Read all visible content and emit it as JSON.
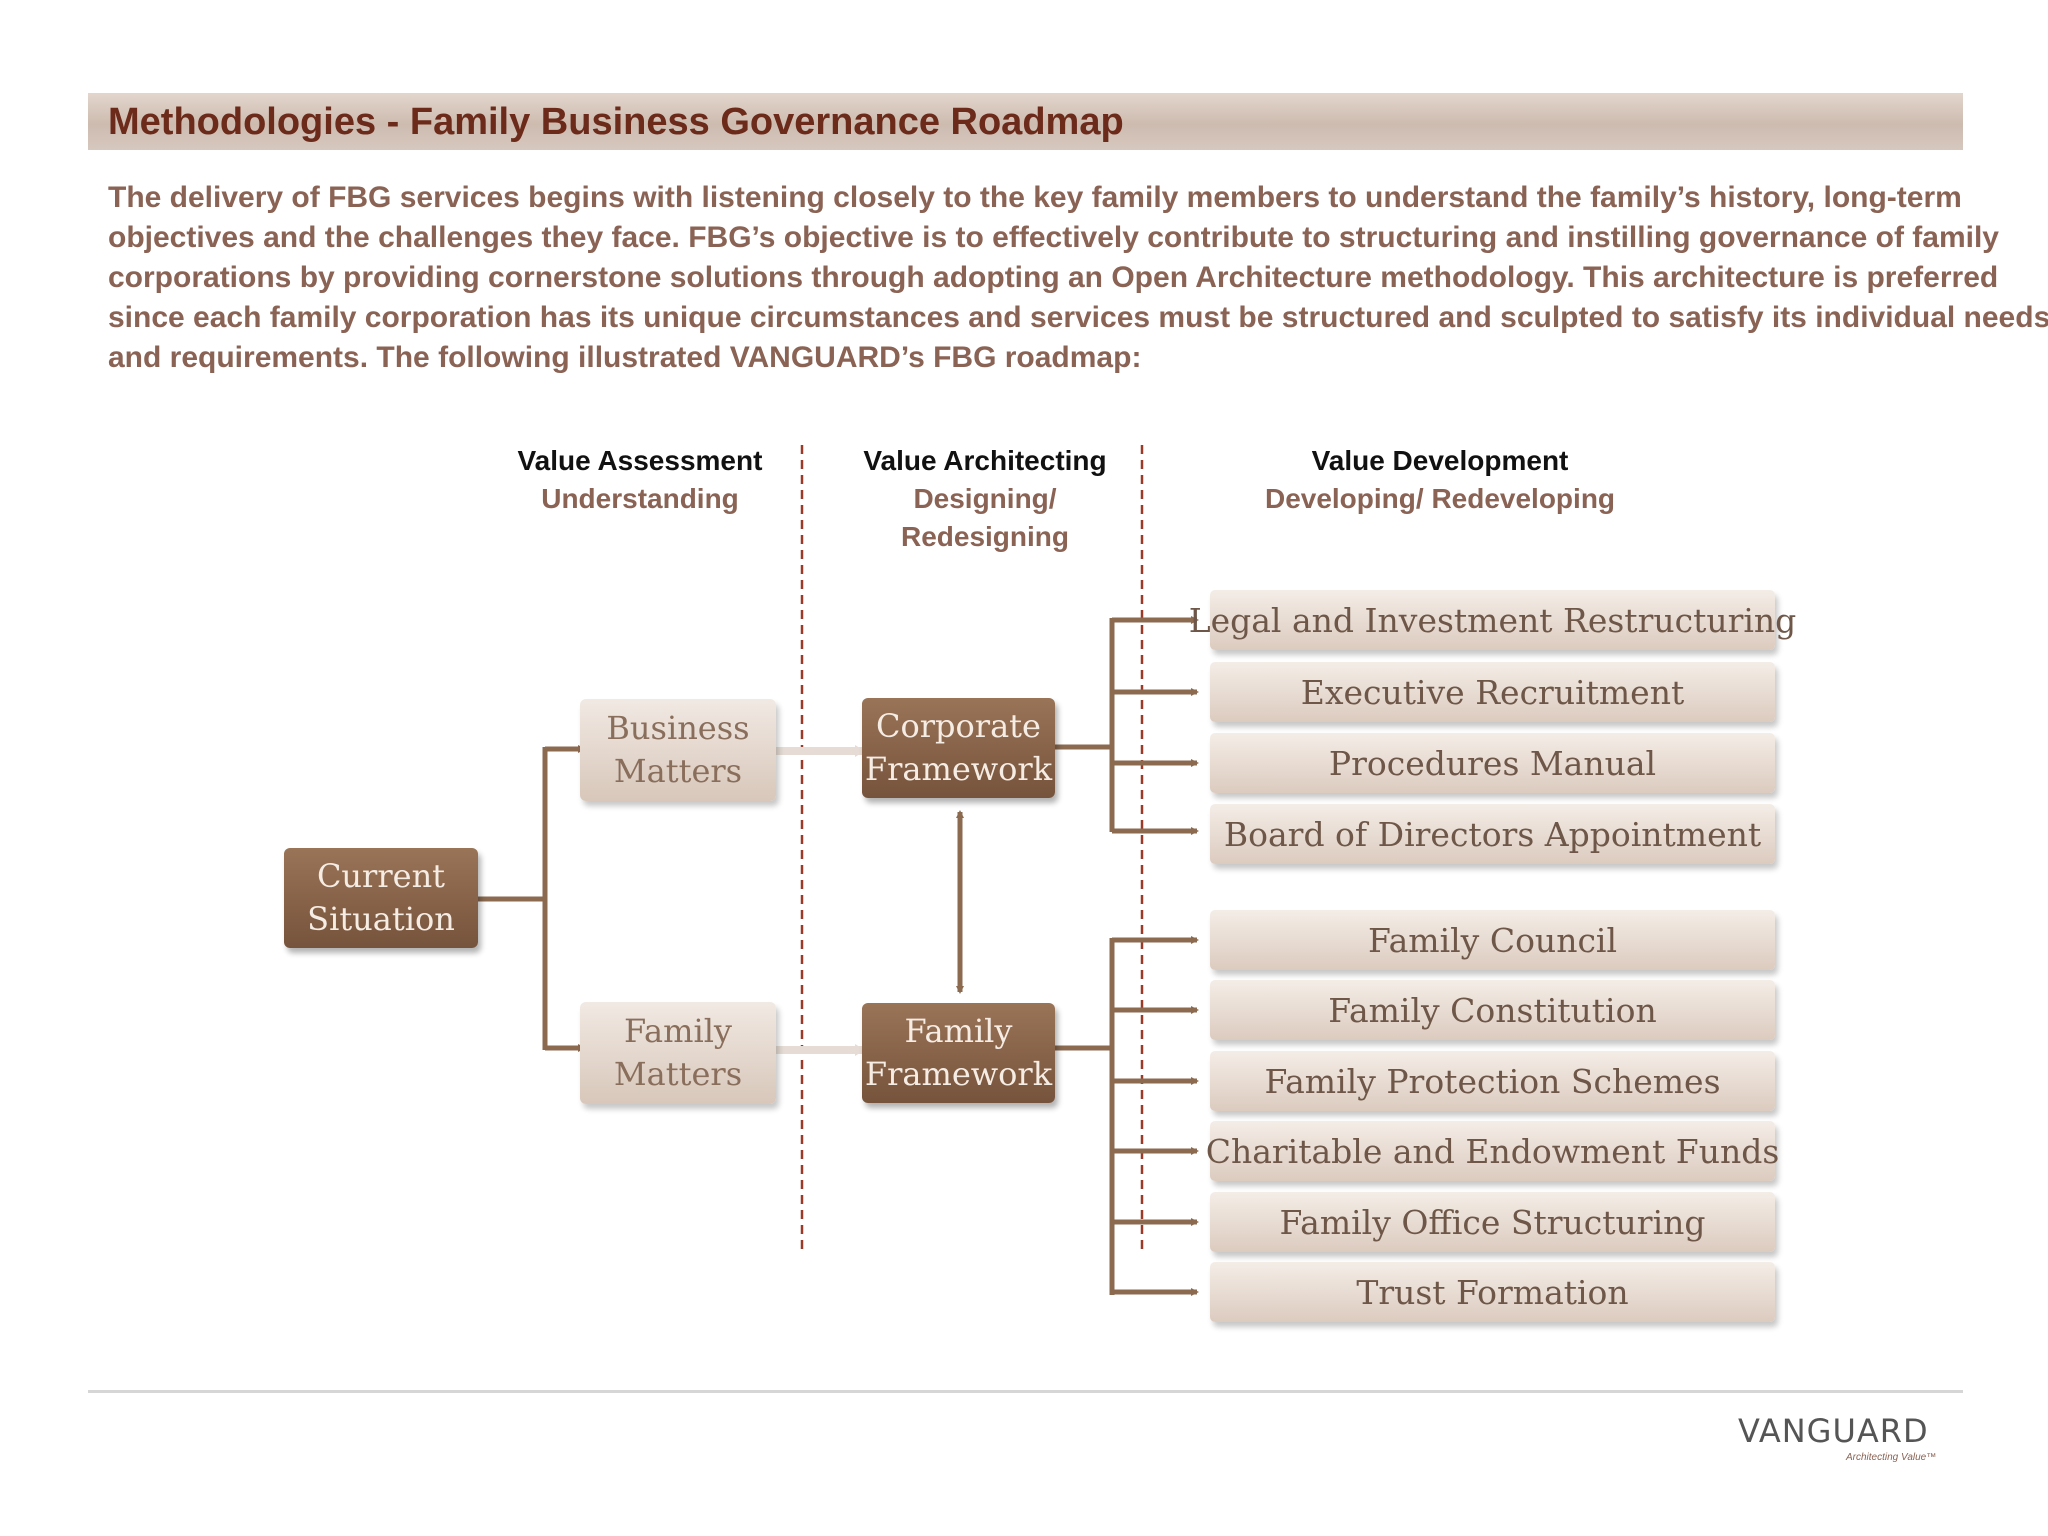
{
  "header": {
    "title": "Methodologies - Family Business Governance Roadmap",
    "intro_lines": [
      "The delivery of FBG services begins with listening closely to the key family members to understand the family’s history, long-term",
      "objectives and the challenges they face. FBG’s objective is to effectively contribute to structuring and instilling governance of family",
      "corporations by providing cornerstone solutions through adopting an Open Architecture methodology. This architecture is preferred",
      "since each family corporation has its unique circumstances and services must be structured and sculpted to satisfy its individual needs",
      "and requirements. The following illustrated VANGUARD’s FBG roadmap:"
    ]
  },
  "phases": [
    {
      "title": "Value Assessment",
      "subtitle": "Understanding"
    },
    {
      "title": "Value Architecting",
      "subtitle": "Designing/ Redesigning"
    },
    {
      "title": "Value Development",
      "subtitle": "Developing/ Redeveloping"
    }
  ],
  "nodes": {
    "current": [
      "Current",
      "Situation"
    ],
    "business": [
      "Business",
      "Matters"
    ],
    "family_matters": [
      "Family",
      "Matters"
    ],
    "corporate": [
      "Corporate",
      "Framework"
    ],
    "family_framework": [
      "Family",
      "Framework"
    ]
  },
  "corporate_outputs": [
    "Legal and Investment Restructuring",
    "Executive Recruitment",
    "Procedures Manual",
    "Board of Directors Appointment"
  ],
  "family_outputs": [
    "Family Council",
    "Family Constitution",
    "Family Protection Schemes",
    "Charitable and Endowment Funds",
    "Family Office Structuring",
    "Trust Formation"
  ],
  "logo": {
    "text": "VANGUARD",
    "tagline": "Architecting Value™"
  },
  "colors": {
    "title": "#6b2a1a",
    "body_text": "#8a6355",
    "connector": "#8b6a50",
    "divider": "#9b3a28"
  }
}
